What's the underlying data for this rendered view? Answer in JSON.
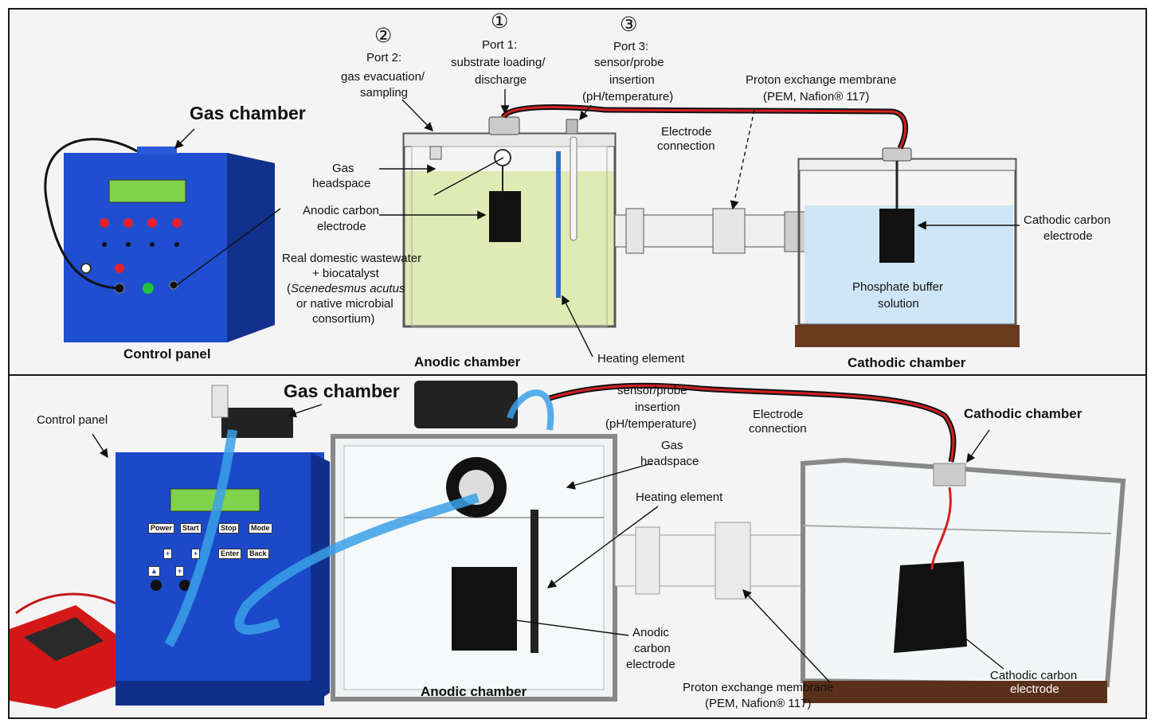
{
  "top": {
    "gas_chamber": "Gas chamber",
    "control_panel": "Control panel",
    "anodic_chamber": "Anodic chamber",
    "cathodic_chamber": "Cathodic chamber",
    "port2_num": "②",
    "port2": "Port 2:",
    "port2_desc1": "gas evacuation/",
    "port2_desc2": "sampling",
    "port1_num": "①",
    "port1": "Port 1:",
    "port1_desc1": "substrate loading/",
    "port1_desc2": "discharge",
    "port3_num": "③",
    "port3": "Port 3:",
    "port3_desc1": "sensor/probe",
    "port3_desc2": "insertion",
    "port3_desc3": "(pH/temperature)",
    "pem1": "Proton exchange membrane",
    "pem2": "(PEM, Nafion® 117)",
    "electrode_conn1": "Electrode",
    "electrode_conn2": "connection",
    "gas_headspace1": "Gas",
    "gas_headspace2": "headspace",
    "anodic_electrode1": "Anodic carbon",
    "anodic_electrode2": "electrode",
    "wastewater1": "Real domestic wastewater",
    "wastewater2": "+ biocatalyst",
    "wastewater3": "Scenedesmus acutus",
    "wastewater4": "or native microbial",
    "wastewater5": "consortium)",
    "cathodic_electrode1": "Cathodic carbon",
    "cathodic_electrode2": "electrode",
    "buffer1": "Phosphate buffer",
    "buffer2": "solution",
    "heating": "Heating element"
  },
  "bottom": {
    "control_panel": "Control panel",
    "gas_chamber": "Gas chamber",
    "sensor1": "sensor/probe",
    "sensor2": "insertion",
    "sensor3": "(pH/temperature)",
    "electrode_conn1": "Electrode",
    "electrode_conn2": "connection",
    "cathodic_chamber": "Cathodic chamber",
    "gas_headspace1": "Gas",
    "gas_headspace2": "headspace",
    "heating": "Heating element",
    "anodic_electrode1": "Anodic",
    "anodic_electrode2": "carbon",
    "anodic_electrode3": "electrode",
    "anodic_chamber": "Anodic chamber",
    "pem1": "Proton exchange membrane",
    "pem2": "(PEM, Nafion® 117)",
    "cathodic_electrode1": "Cathodic carbon",
    "cathodic_electrode2": "electrode",
    "buttons": {
      "power": "Power",
      "start": "Start",
      "stop": "Stop",
      "mode": "Mode",
      "enter": "Enter",
      "back": "Back",
      "plus": "+",
      "up": "▲"
    }
  },
  "colors": {
    "panel_blue": "#1c49c8",
    "lcd_green": "#7fd34a",
    "knob_red": "#e8202a",
    "knob_green": "#22c23a",
    "anolyte": "#dfeab5",
    "catholyte": "#cfe6f6",
    "wire_red": "#d42020",
    "tube_blue": "#3aa0e8",
    "wood": "#6b3a1e"
  }
}
